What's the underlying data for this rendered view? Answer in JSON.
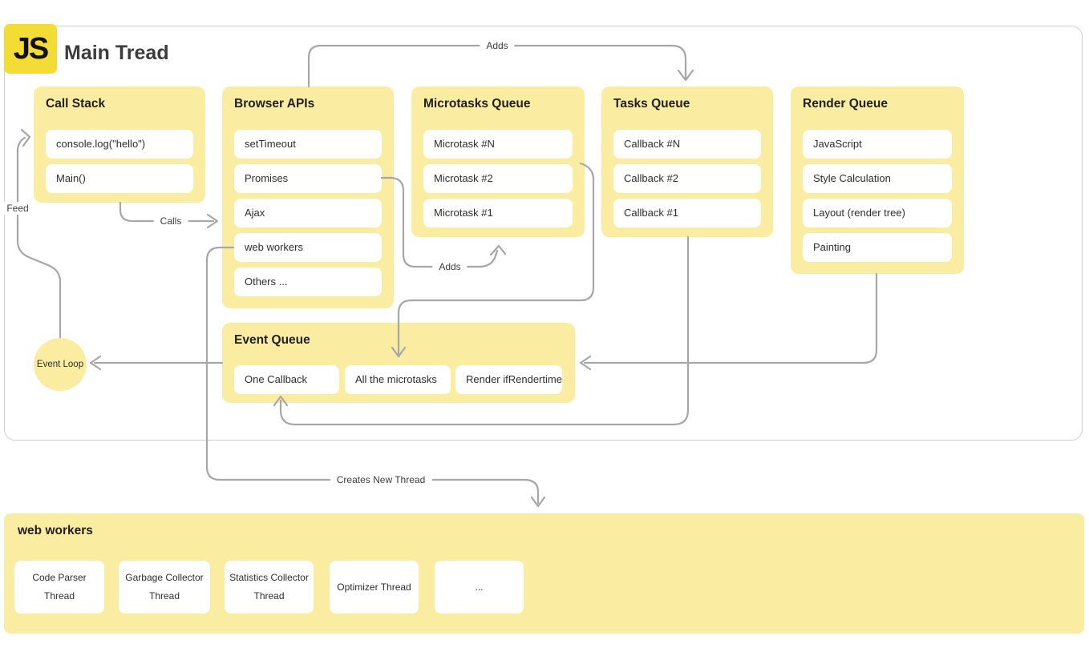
{
  "logo": {
    "text": "JS"
  },
  "title": "Main Tread",
  "colors": {
    "panel_yellow": "#FAEDA2",
    "logo_yellow": "#F3DD35",
    "arrow_gray": "#A7A7A7",
    "frame_border": "#CFCFCF"
  },
  "panels": {
    "call_stack": {
      "title": "Call Stack",
      "items": [
        "console.log(\"hello\")",
        "Main()"
      ]
    },
    "browser_apis": {
      "title": "Browser APIs",
      "items": [
        "setTimeout",
        "Promises",
        "Ajax",
        "web workers",
        "Others ..."
      ]
    },
    "microtasks_queue": {
      "title": "Microtasks Queue",
      "items": [
        "Microtask #N",
        "Microtask #2",
        "Microtask #1"
      ]
    },
    "tasks_queue": {
      "title": "Tasks Queue",
      "items": [
        "Callback #N",
        "Callback #2",
        "Callback #1"
      ]
    },
    "render_queue": {
      "title": "Render Queue",
      "items": [
        "JavaScript",
        "Style Calculation",
        "Layout (render tree)",
        "Painting"
      ]
    },
    "event_queue": {
      "title": "Event Queue",
      "items": [
        "One Callback",
        "All the microtasks",
        "Render ifRendertime"
      ]
    },
    "web_workers": {
      "title": "web workers",
      "items": [
        "Code Parser Thread",
        "Garbage Collector Thread",
        "Statistics Collector Thread",
        "Optimizer Thread",
        "..."
      ]
    }
  },
  "nodes": {
    "event_loop": "Event Loop"
  },
  "arrow_labels": {
    "adds_top": "Adds",
    "calls": "Calls",
    "feed": "Feed",
    "adds_micro": "Adds",
    "creates_new_thread": "Creates New Thread"
  }
}
